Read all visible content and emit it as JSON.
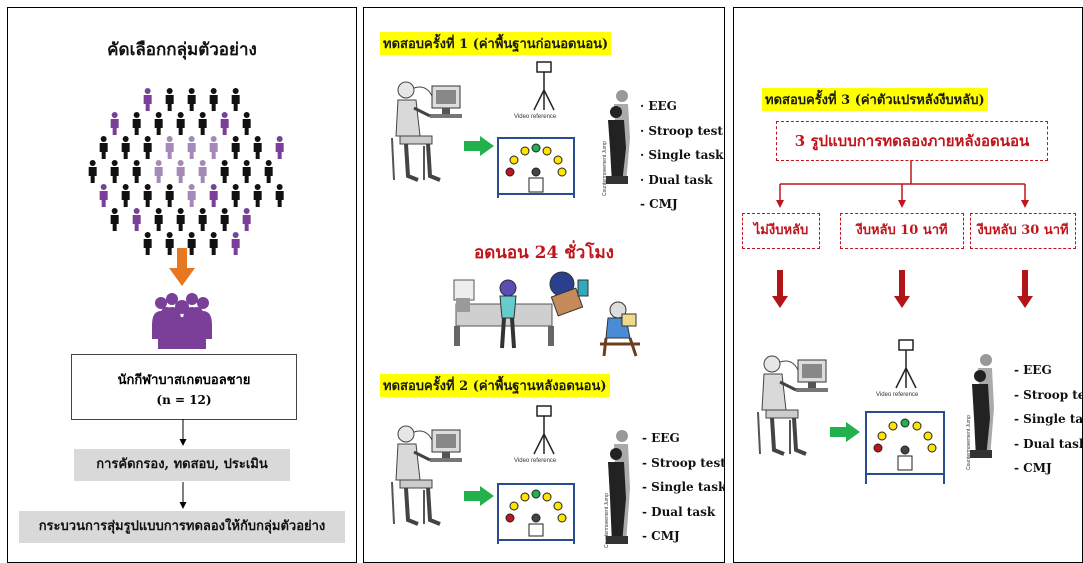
{
  "panel1": {
    "title": "คัดเลือกกลุ่มตัวอย่าง",
    "participants_label": "นักกีฬาบาสเกตบอลชาย",
    "participants_n": "(n = 12)",
    "step1": "การคัดกรอง, ทดสอบ, ประเมิน",
    "step2": "กระบวนการสุ่มรูปแบบการทดลองให้กับกลุ่มตัวอย่าง"
  },
  "panel2": {
    "test1_title": "ทดสอบครั้งที่ 1 (ค่าพื้นฐานก่อนอดนอน)",
    "deprivation_title": "อดนอน 24 ชั่วโมง",
    "test2_title": "ทดสอบครั้งที่ 2 (ค่าพื้นฐานหลังอดนอน)",
    "video_label": "Video reference",
    "cmj_vertical_label": "Countermovement Jump",
    "tests1": [
      "· EEG",
      "· Stroop test",
      "· Single task",
      "· Dual task",
      "- CMJ"
    ],
    "tests2": [
      "- EEG",
      "- Stroop test",
      "- Single task",
      "- Dual task",
      "- CMJ"
    ]
  },
  "panel3": {
    "test3_title": "ทดสอบครั้งที่ 3 (ค่าตัวแปรหลังงีบหลับ)",
    "conditions_title": "3 รูปแบบการทดลองภายหลังอดนอน",
    "conditions": [
      "ไม่งีบหลับ",
      "งีบหลับ 10 นาที",
      "งีบหลับ 30 นาที"
    ],
    "video_label": "Video reference",
    "cmj_vertical_label": "Countermovement Jump",
    "tests": [
      "- EEG",
      "- Stroop test",
      "- Single task",
      "- Dual task",
      "- CMJ"
    ]
  },
  "colors": {
    "purple": "#7a3f98",
    "light_purple": "#a58ab8",
    "orange": "#e87722",
    "green": "#22b14c",
    "red": "#c0151b",
    "yellow": "#ffff00",
    "gray_box": "#d9d9d9"
  }
}
